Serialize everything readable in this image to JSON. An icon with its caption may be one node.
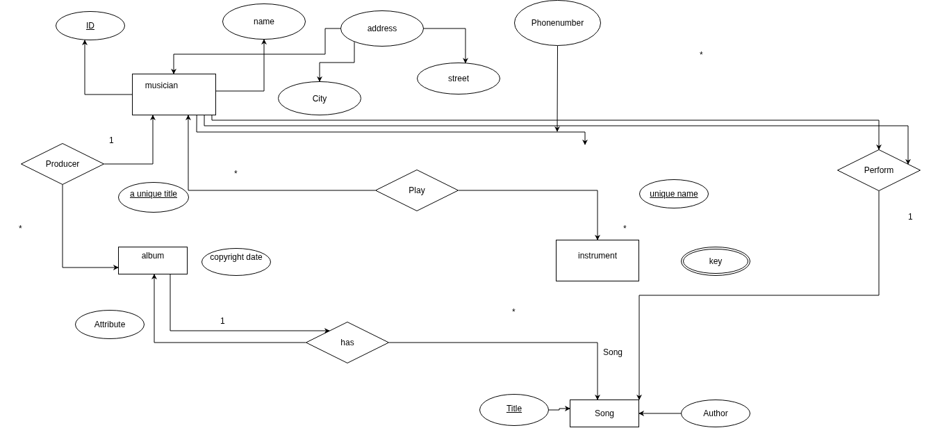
{
  "diagram": {
    "nodes": [
      {
        "text": [
          "ID"
        ]
      },
      {
        "text": [
          "name"
        ]
      },
      {
        "text": [
          "address"
        ]
      },
      {
        "text": [
          "Phonenumber"
        ]
      },
      {
        "text": [
          "musician"
        ]
      },
      {
        "text": [
          "street"
        ]
      },
      {
        "text": [
          "City"
        ]
      },
      {
        "text": [
          "Producer"
        ]
      },
      {
        "text": [
          "Perform"
        ]
      },
      {
        "text": [
          "a unique title"
        ]
      },
      {
        "text": [
          "Play"
        ]
      },
      {
        "text": [
          "unique name"
        ]
      },
      {
        "text": [
          "album"
        ]
      },
      {
        "text": [
          "copyright date"
        ]
      },
      {
        "text": [
          "instrument"
        ]
      },
      {
        "text": [
          "key"
        ]
      },
      {
        "text": [
          "Attribute"
        ]
      },
      {
        "text": [
          "has"
        ]
      },
      {
        "text": [
          "Title"
        ]
      },
      {
        "text": [
          "Song"
        ]
      },
      {
        "text": [
          "Author"
        ]
      }
    ],
    "edges": [
      {
        "from": 4,
        "to": 0,
        "arrow": "to"
      },
      {
        "from": 2,
        "to": 4,
        "arrow": "to"
      },
      {
        "from": 4,
        "to": 1,
        "arrow": "to"
      },
      {
        "from": 2,
        "to": 6,
        "arrow": "to"
      },
      {
        "from": 2,
        "to": 5,
        "arrow": "to"
      },
      {
        "from": 4,
        "to": 8,
        "arrow": "to"
      },
      {
        "from": 4,
        "to": 8,
        "arrow": "to"
      },
      {
        "from": 4,
        "to": null,
        "arrow": "to"
      },
      {
        "from": 3,
        "to": null,
        "arrow": "to"
      },
      {
        "from": 7,
        "to": 4,
        "arrow": "to"
      },
      {
        "from": 10,
        "to": 4,
        "arrow": "to"
      },
      {
        "from": 10,
        "to": 14,
        "arrow": "to"
      },
      {
        "from": 7,
        "to": 12,
        "arrow": "to"
      },
      {
        "from": 12,
        "to": 17,
        "arrow": "to"
      },
      {
        "from": 17,
        "to": 12,
        "arrow": "to"
      },
      {
        "from": 17,
        "to": 19,
        "arrow": "to",
        "label": "Song"
      },
      {
        "from": 8,
        "to": 19,
        "arrow": "to"
      },
      {
        "from": 18,
        "to": 19,
        "arrow": "to"
      },
      {
        "from": 20,
        "to": 19,
        "arrow": "to"
      }
    ],
    "labels": [
      "*",
      "1",
      "*",
      "1",
      "*",
      "*",
      "*",
      "1"
    ]
  }
}
